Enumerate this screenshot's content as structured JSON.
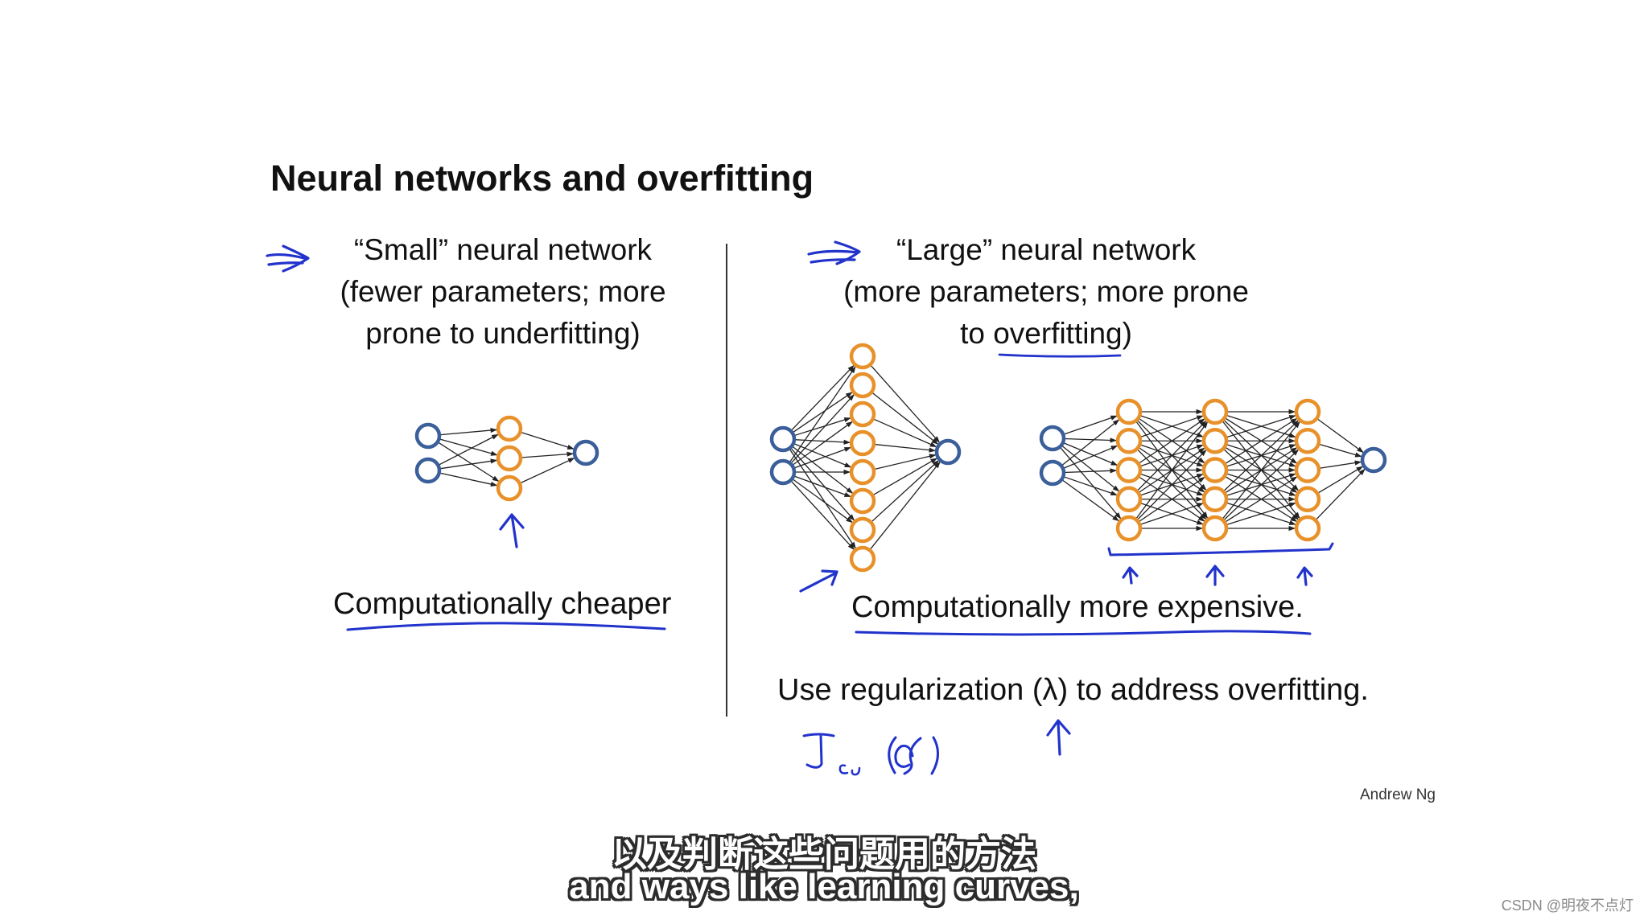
{
  "slide": {
    "title": "Neural networks and overfitting",
    "small": {
      "line1": "“Small” neural network",
      "line2": "(fewer parameters; more",
      "line3": "prone to underfitting)",
      "cost_label": "Computationally cheaper"
    },
    "large": {
      "line1": "“Large” neural network",
      "line2": "(more parameters; more prone",
      "line3": "to overfitting)",
      "cost_label": "Computationally more expensive."
    },
    "regularization_text": "Use regularization (λ) to address overfitting.",
    "handwritten_note": "J_cv(Θ)",
    "credit": "Andrew Ng"
  },
  "subtitles": {
    "chinese": "以及判断这些问题用的方法",
    "english": "and ways like learning curves,"
  },
  "watermark": "CSDN @明夜不点灯",
  "colors": {
    "input_output_node": "#3b5f9a",
    "hidden_node": "#e8912a",
    "annotation_ink": "#2233cc",
    "text": "#111111"
  }
}
